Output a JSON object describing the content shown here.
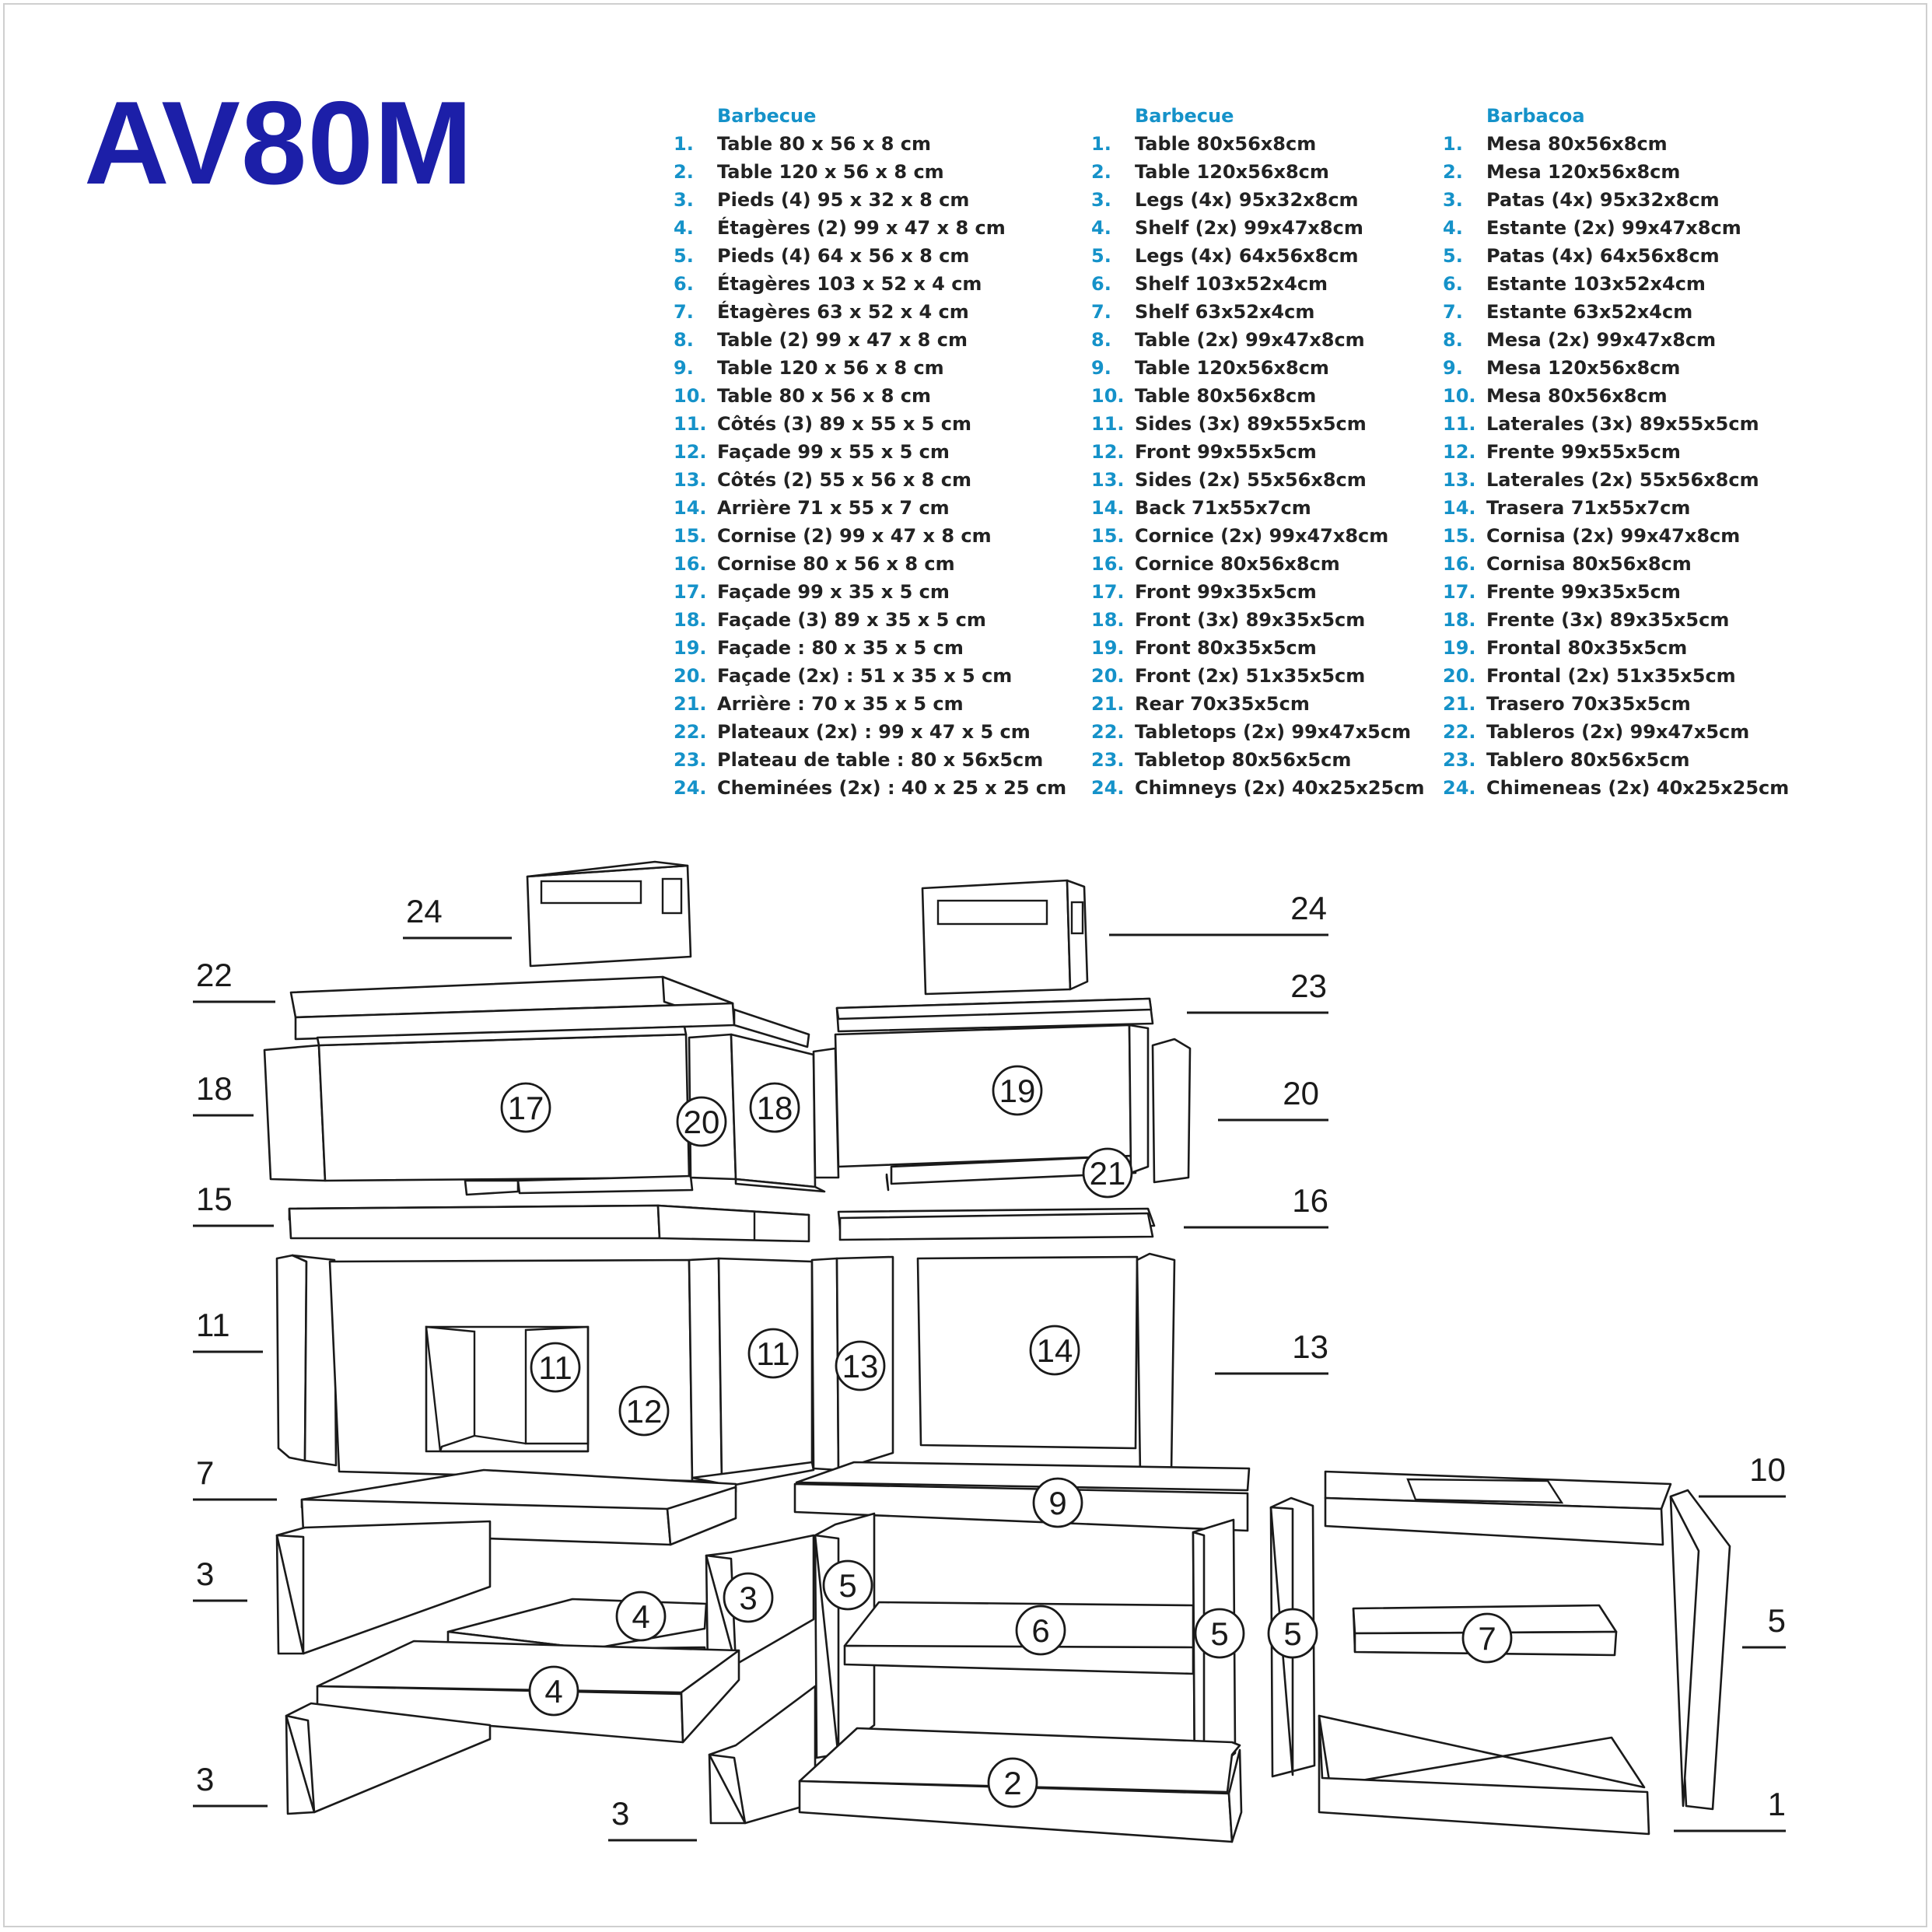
{
  "title": "AV80M",
  "legend": {
    "fr": {
      "heading": "Barbecue",
      "items": [
        {
          "num": "1.",
          "text": "Table 80 x 56 x 8 cm"
        },
        {
          "num": "2.",
          "text": "Table 120 x 56 x 8 cm"
        },
        {
          "num": "3.",
          "text": "Pieds (4) 95 x 32 x 8 cm"
        },
        {
          "num": "4.",
          "text": "Étagères (2) 99 x 47 x 8 cm"
        },
        {
          "num": "5.",
          "text": "Pieds (4) 64 x 56 x 8 cm"
        },
        {
          "num": "6.",
          "text": "Étagères 103 x 52 x 4 cm"
        },
        {
          "num": "7.",
          "text": "Étagères 63 x 52 x 4 cm"
        },
        {
          "num": "8.",
          "text": "Table (2) 99 x 47 x 8 cm"
        },
        {
          "num": "9.",
          "text": "Table 120 x 56 x 8 cm"
        },
        {
          "num": "10.",
          "text": "Table 80 x 56 x 8 cm"
        },
        {
          "num": "11.",
          "text": "Côtés (3) 89 x 55 x 5 cm"
        },
        {
          "num": "12.",
          "text": "Façade 99 x 55 x 5 cm"
        },
        {
          "num": "13.",
          "text": "Côtés (2) 55 x 56 x 8 cm"
        },
        {
          "num": "14.",
          "text": "Arrière 71 x 55 x 7 cm"
        },
        {
          "num": "15.",
          "text": "Cornise (2) 99 x 47 x 8 cm"
        },
        {
          "num": "16.",
          "text": "Cornise 80 x 56 x 8 cm"
        },
        {
          "num": "17.",
          "text": "Façade 99 x 35 x 5 cm"
        },
        {
          "num": "18.",
          "text": "Façade (3) 89 x 35 x 5 cm"
        },
        {
          "num": "19.",
          "text": "Façade : 80 x 35 x 5 cm"
        },
        {
          "num": "20.",
          "text": "Façade (2x) : 51 x 35 x 5 cm"
        },
        {
          "num": "21.",
          "text": "Arrière : 70 x 35 x 5 cm"
        },
        {
          "num": "22.",
          "text": "Plateaux (2x) : 99 x 47 x 5 cm"
        },
        {
          "num": "23.",
          "text": "Plateau de table : 80 x 56x5cm"
        },
        {
          "num": "24.",
          "text": "Cheminées (2x) : 40 x 25 x 25 cm"
        }
      ]
    },
    "en": {
      "heading": "Barbecue",
      "items": [
        {
          "num": "1.",
          "text": "Table 80x56x8cm"
        },
        {
          "num": "2.",
          "text": "Table 120x56x8cm"
        },
        {
          "num": "3.",
          "text": "Legs (4x) 95x32x8cm"
        },
        {
          "num": "4.",
          "text": "Shelf (2x) 99x47x8cm"
        },
        {
          "num": "5.",
          "text": "Legs (4x) 64x56x8cm"
        },
        {
          "num": "6.",
          "text": "Shelf 103x52x4cm"
        },
        {
          "num": "7.",
          "text": "Shelf 63x52x4cm"
        },
        {
          "num": "8.",
          "text": "Table (2x) 99x47x8cm"
        },
        {
          "num": "9.",
          "text": "Table 120x56x8cm"
        },
        {
          "num": "10.",
          "text": "Table 80x56x8cm"
        },
        {
          "num": "11.",
          "text": "Sides (3x) 89x55x5cm"
        },
        {
          "num": "12.",
          "text": "Front 99x55x5cm"
        },
        {
          "num": "13.",
          "text": "Sides (2x) 55x56x8cm"
        },
        {
          "num": "14.",
          "text": "Back 71x55x7cm"
        },
        {
          "num": "15.",
          "text": "Cornice (2x) 99x47x8cm"
        },
        {
          "num": "16.",
          "text": "Cornice 80x56x8cm"
        },
        {
          "num": "17.",
          "text": "Front 99x35x5cm"
        },
        {
          "num": "18.",
          "text": "Front (3x) 89x35x5cm"
        },
        {
          "num": "19.",
          "text": "Front 80x35x5cm"
        },
        {
          "num": "20.",
          "text": "Front (2x) 51x35x5cm"
        },
        {
          "num": "21.",
          "text": "Rear 70x35x5cm"
        },
        {
          "num": "22.",
          "text": "Tabletops (2x) 99x47x5cm"
        },
        {
          "num": "23.",
          "text": "Tabletop 80x56x5cm"
        },
        {
          "num": "24.",
          "text": "Chimneys (2x) 40x25x25cm"
        }
      ]
    },
    "es": {
      "heading": "Barbacoa",
      "items": [
        {
          "num": "1.",
          "text": "Mesa 80x56x8cm"
        },
        {
          "num": "2.",
          "text": "Mesa 120x56x8cm"
        },
        {
          "num": "3.",
          "text": "Patas (4x) 95x32x8cm"
        },
        {
          "num": "4.",
          "text": "Estante (2x) 99x47x8cm"
        },
        {
          "num": "5.",
          "text": "Patas (4x) 64x56x8cm"
        },
        {
          "num": "6.",
          "text": "Estante 103x52x4cm"
        },
        {
          "num": "7.",
          "text": "Estante 63x52x4cm"
        },
        {
          "num": "8.",
          "text": "Mesa (2x) 99x47x8cm"
        },
        {
          "num": "9.",
          "text": "Mesa 120x56x8cm"
        },
        {
          "num": "10.",
          "text": "Mesa 80x56x8cm"
        },
        {
          "num": "11.",
          "text": "Laterales (3x) 89x55x5cm"
        },
        {
          "num": "12.",
          "text": "Frente 99x55x5cm"
        },
        {
          "num": "13.",
          "text": "Laterales (2x) 55x56x8cm"
        },
        {
          "num": "14.",
          "text": "Trasera 71x55x7cm"
        },
        {
          "num": "15.",
          "text": "Cornisa (2x) 99x47x8cm"
        },
        {
          "num": "16.",
          "text": "Cornisa 80x56x8cm"
        },
        {
          "num": "17.",
          "text": "Frente 99x35x5cm"
        },
        {
          "num": "18.",
          "text": "Frente (3x) 89x35x5cm"
        },
        {
          "num": "19.",
          "text": "Frontal 80x35x5cm"
        },
        {
          "num": "20.",
          "text": "Frontal (2x) 51x35x5cm"
        },
        {
          "num": "21.",
          "text": "Trasero 70x35x5cm"
        },
        {
          "num": "22.",
          "text": "Tableros (2x) 99x47x5cm"
        },
        {
          "num": "23.",
          "text": "Tablero 80x56x5cm"
        },
        {
          "num": "24.",
          "text": "Chimeneas (2x) 40x25x25cm"
        }
      ]
    }
  },
  "diagram": {
    "leader_labels": [
      "24",
      "22",
      "18",
      "15",
      "11",
      "7",
      "3",
      "3",
      "3",
      "24",
      "23",
      "20",
      "16",
      "13",
      "10",
      "5",
      "1"
    ],
    "callouts": [
      "17",
      "20",
      "18",
      "19",
      "21",
      "11",
      "12",
      "11",
      "13",
      "14",
      "9",
      "4",
      "3",
      "5",
      "6",
      "5",
      "5",
      "7",
      "4",
      "2"
    ]
  }
}
